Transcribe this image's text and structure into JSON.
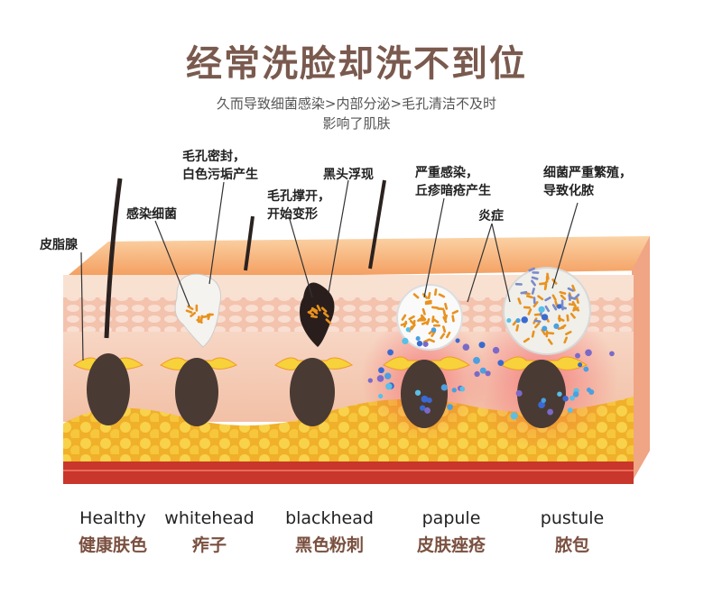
{
  "title": "经常洗脸却洗不到位",
  "subtitle": [
    "久而导致细菌感染>内部分泌>毛孔清洁不及时",
    "影响了肌肤"
  ],
  "callouts": {
    "sebaceous": "皮脂腺",
    "infected": "感染细菌",
    "pore_sealed": [
      "毛孔密封，",
      "白色污垢产生"
    ],
    "blackhead_appear": "黑头浮现",
    "pore_stretch": [
      "毛孔撑开，",
      "开始变形"
    ],
    "severe_infection": [
      "严重感染，",
      "丘疹暗疮产生"
    ],
    "inflammation": "炎症",
    "bacteria_multiply": [
      "细菌严重繁殖，",
      "导致化脓"
    ]
  },
  "stages": [
    {
      "en": "Healthy",
      "zh": "健康肤色"
    },
    {
      "en": "whitehead",
      "zh": "痄子"
    },
    {
      "en": "blackhead",
      "zh": "黑色粉刺"
    },
    {
      "en": "papule",
      "zh": "皮肤痤疮"
    },
    {
      "en": "pustule",
      "zh": "脓包"
    }
  ],
  "colors": {
    "title": "#7a5a4e",
    "skin_top": "#f6b27a",
    "dermis": "#f4c7b0",
    "fat": "#f3c43a",
    "base": "#c9362b",
    "follicle": "#4a3a34",
    "gland": "#f7d23a"
  }
}
